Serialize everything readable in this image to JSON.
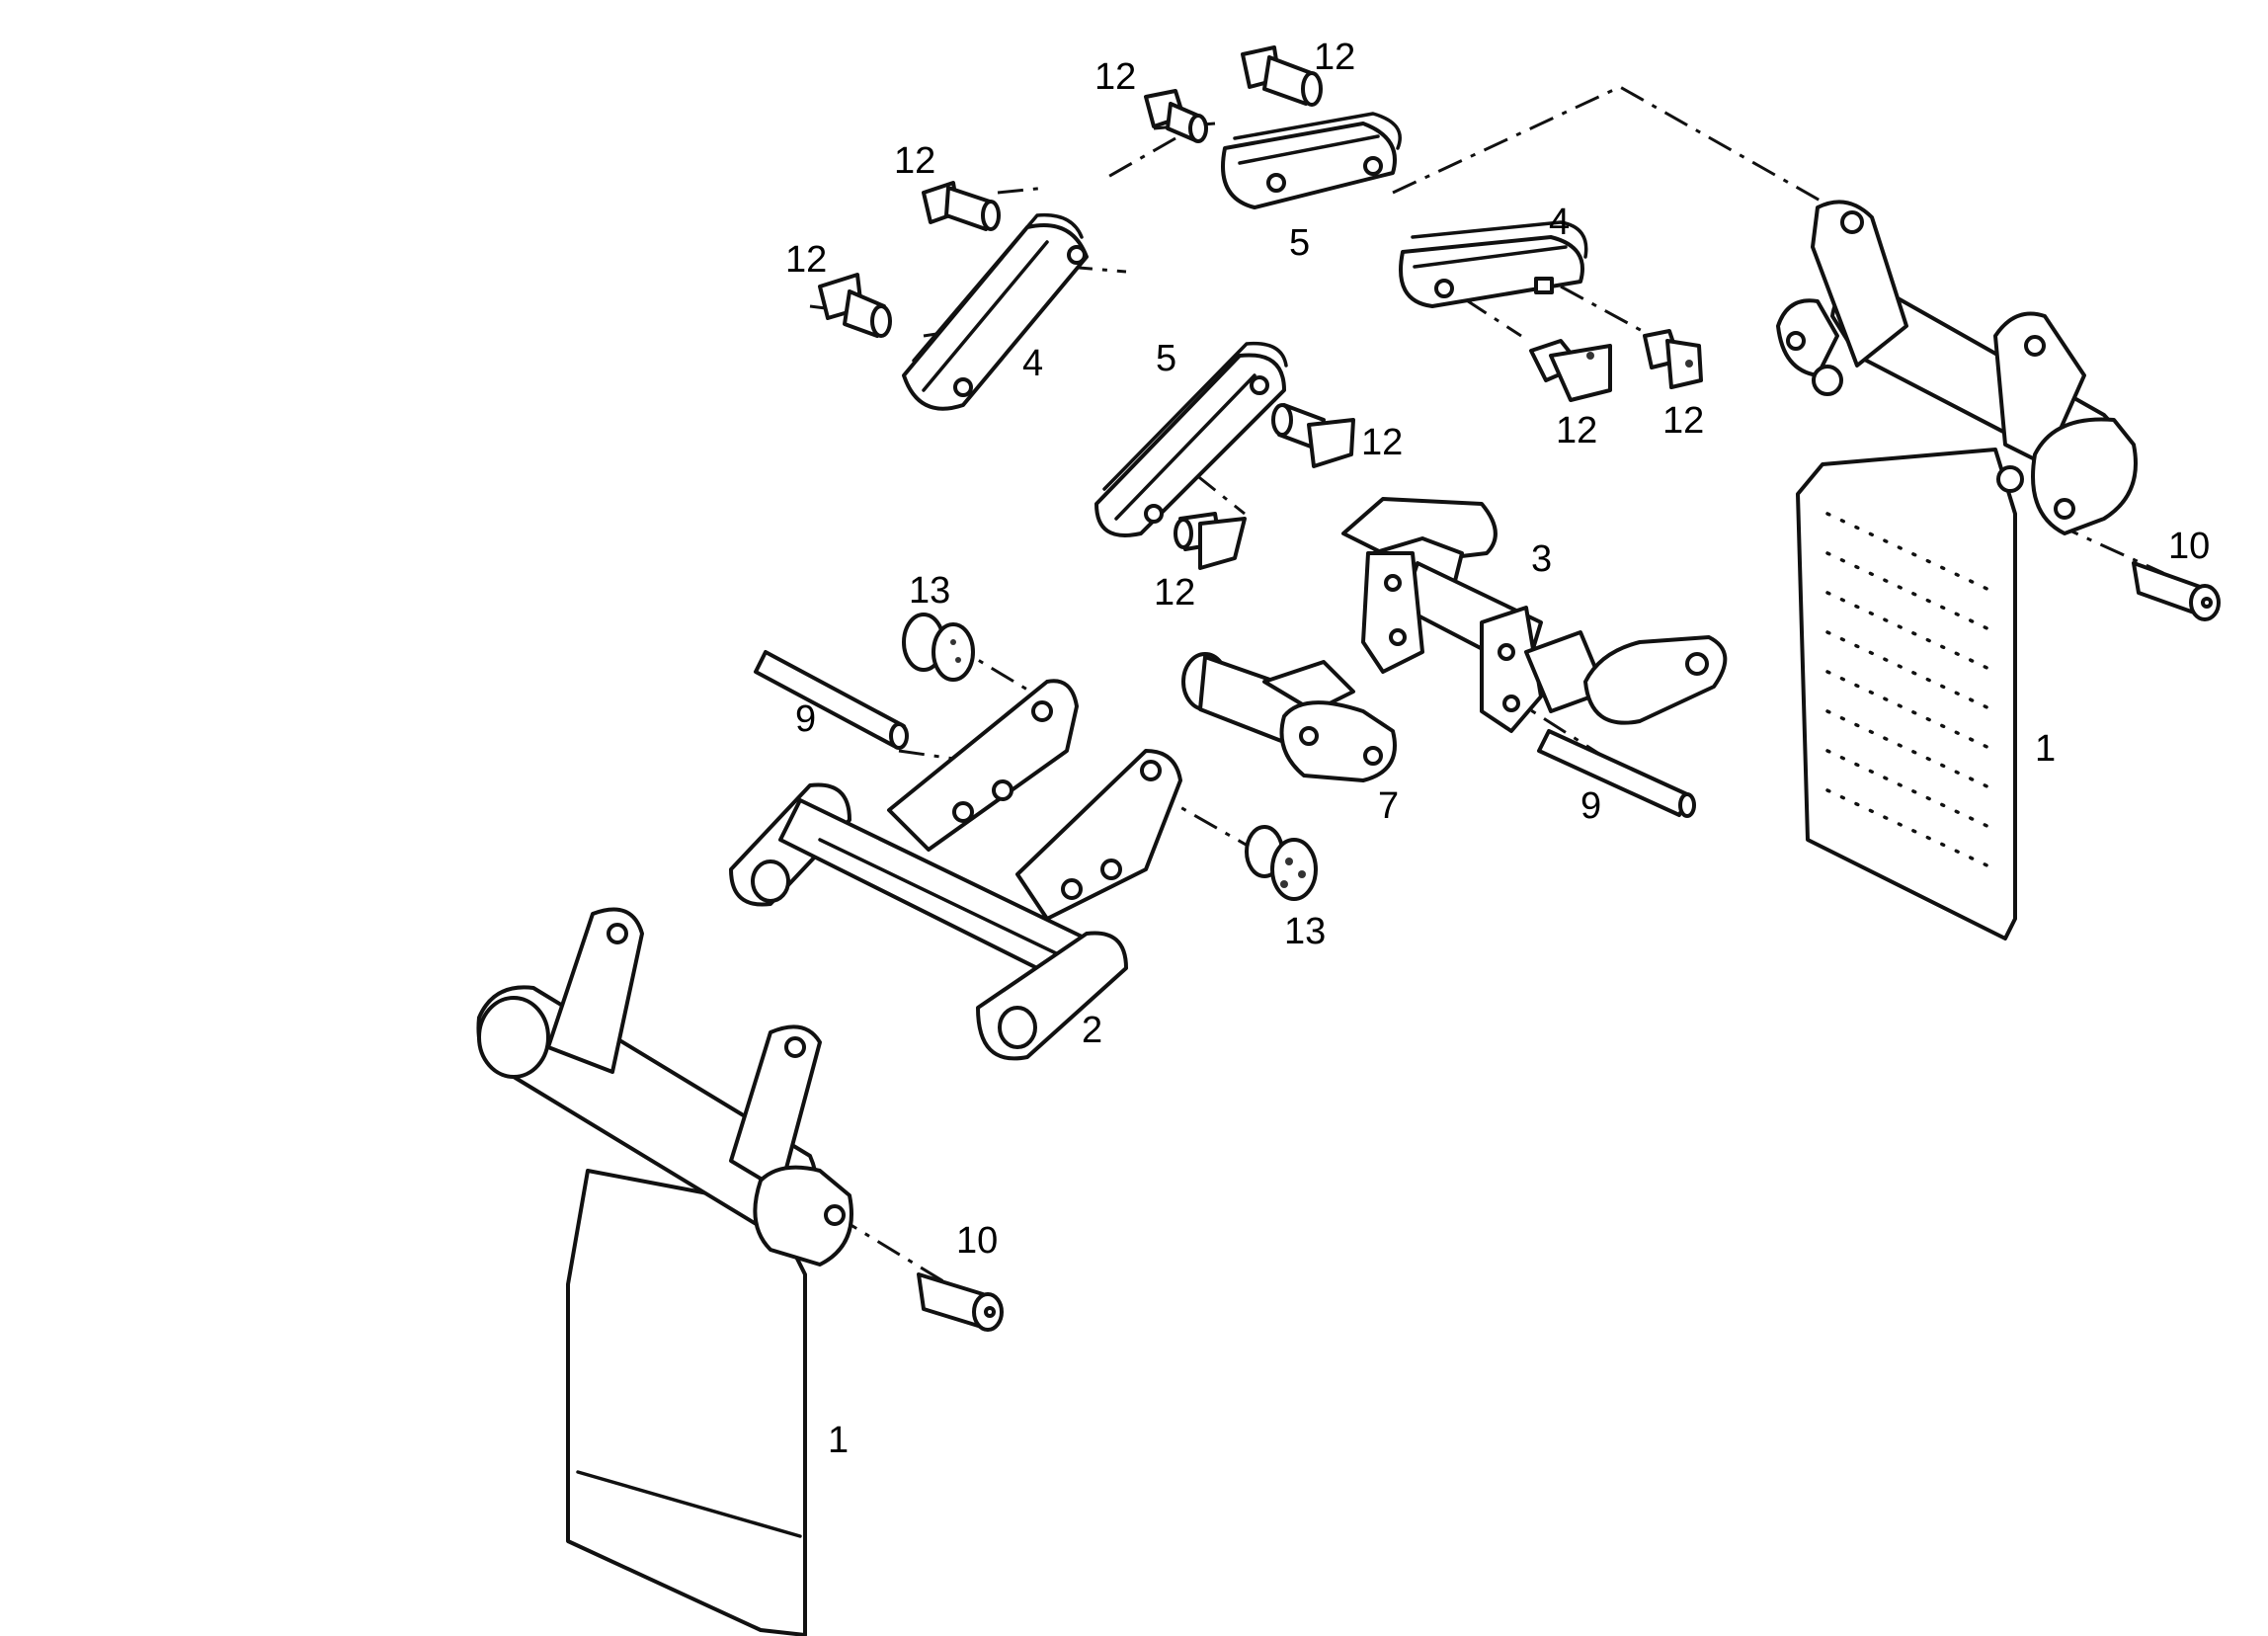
{
  "callouts": {
    "pedal_right": "1",
    "pedal_left": "1",
    "cross_shaft": "2",
    "bracket_shaft": "3",
    "link_right": "4",
    "link_left": "4",
    "link_top": "5",
    "link_center": "5",
    "bushing_link": "7",
    "rod_left": "9",
    "rod_right": "9",
    "pin_right": "10",
    "pin_left": "10",
    "clip_top_a": "12",
    "clip_top_b": "12",
    "clip_left_a": "12",
    "clip_left_b": "12",
    "clip_right_a": "12",
    "clip_right_b": "12",
    "clip_center_a": "12",
    "clip_center_b": "12",
    "bush_upper": "13",
    "bush_lower": "13"
  },
  "colors": {
    "line": "#111111",
    "paper": "#ffffff"
  }
}
